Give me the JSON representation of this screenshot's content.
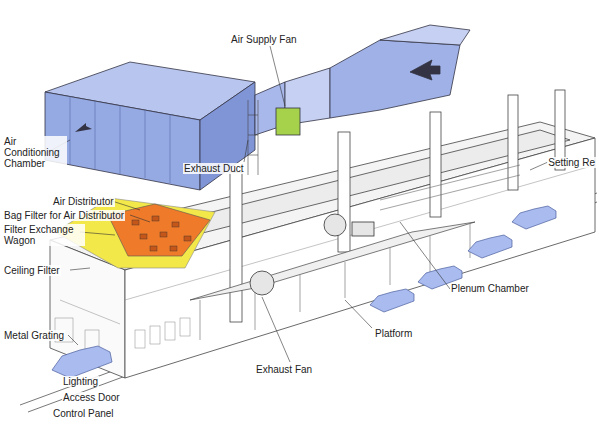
{
  "diagram": {
    "labels": [
      "Air Supply Fan",
      "Air Conditioning Chamber",
      "Exhaust Duct",
      "Air Distributor",
      "Bag Filter for Air Distributor",
      "Filter Exchange Wagon",
      "Ceiling Filter",
      "Metal Grating",
      "Lighting",
      "Access Door",
      "Control Panel",
      "Exhaust Fan",
      "Platform",
      "Plenum Chamber",
      "Setting Re"
    ]
  }
}
